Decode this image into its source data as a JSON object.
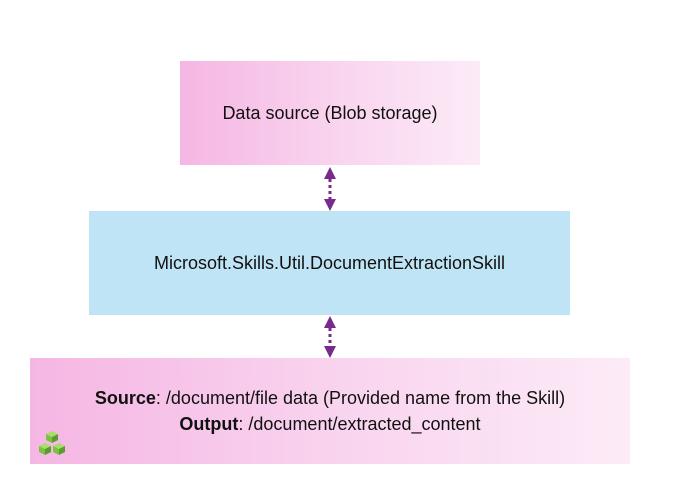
{
  "source_box": {
    "label": "Data source (Blob storage)"
  },
  "skill_box": {
    "label": "Microsoft.Skills.Util.DocumentExtractionSkill"
  },
  "mapping_box": {
    "source_key": "Source",
    "source_value": ": /document/file data (Provided name from the Skill)",
    "output_key": "Output",
    "output_value": ": /document/extracted_content"
  },
  "icons": {
    "arrow_1": "bidirectional-dotted-arrow",
    "arrow_2": "bidirectional-dotted-arrow",
    "cubes": "green-cubes-icon"
  },
  "colors": {
    "pink_start": "#f5b6e4",
    "pink_end": "#fcebf7",
    "blue": "#bfe4f5",
    "arrow": "#7a2a8a",
    "cube": "#7cc242"
  }
}
